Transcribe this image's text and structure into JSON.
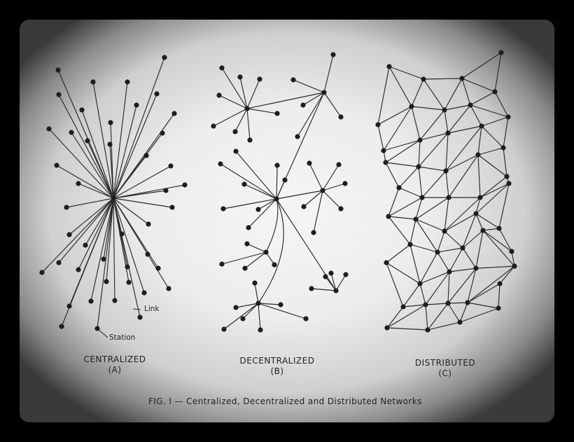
{
  "diagrams": {
    "centralized": {
      "title": "CENTRALIZED",
      "letter": "(A)"
    },
    "decentralized": {
      "title": "DECENTRALIZED",
      "letter": "(B)"
    },
    "distributed": {
      "title": "DISTRIBUTED",
      "letter": "(C)"
    }
  },
  "annotations": {
    "link": "Link",
    "station": "Station"
  },
  "caption": "FIG. I — Centralized, Decentralized and Distributed Networks"
}
